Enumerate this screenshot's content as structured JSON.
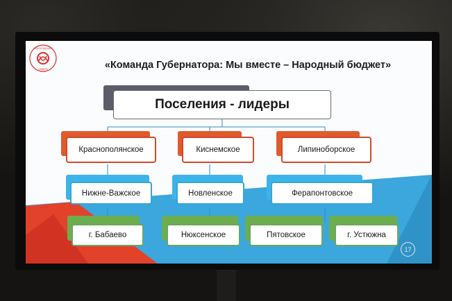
{
  "slide": {
    "title": "«Команда  Губернатора: Мы вместе – Народный бюджет»",
    "logo_text": "ВОЛОГОДСКАЯ ОБЛАСТЬ ДУША РУССКОГО СЕВЕРА",
    "page_number": "17"
  },
  "diagram": {
    "root": "Поселения - лидеры",
    "level1": [
      "Краснополянское",
      "Киснемское",
      "Липиноборское"
    ],
    "level2": [
      "Нижне-Важское",
      "Новленское",
      "Ферапонтовское"
    ],
    "level3": [
      "г. Бабаево",
      "Нюксенское",
      "Пятовское",
      "г. Устюжна"
    ]
  },
  "colors": {
    "root_accent": "#5d5c6a",
    "level1_accent": "#e05a2e",
    "level2_accent": "#3db4e8",
    "level3_accent": "#6cae4f",
    "background_red": "#e2412a",
    "background_blue": "#3ba7dc"
  }
}
